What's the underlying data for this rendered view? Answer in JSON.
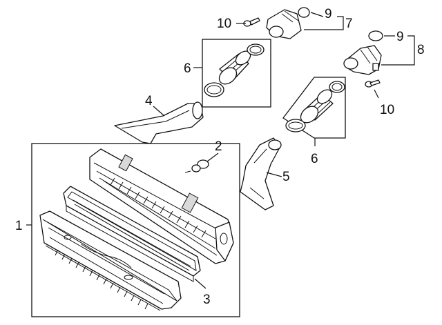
{
  "callouts": [
    {
      "id": "c1",
      "label": "1"
    },
    {
      "id": "c2",
      "label": "2"
    },
    {
      "id": "c3",
      "label": "3"
    },
    {
      "id": "c4",
      "label": "4"
    },
    {
      "id": "c5",
      "label": "5"
    },
    {
      "id": "c6a",
      "label": "6"
    },
    {
      "id": "c6b",
      "label": "6"
    },
    {
      "id": "c7",
      "label": "7"
    },
    {
      "id": "c8",
      "label": "8"
    },
    {
      "id": "c9a",
      "label": "9"
    },
    {
      "id": "c9b",
      "label": "9"
    },
    {
      "id": "c10a",
      "label": "10"
    },
    {
      "id": "c10b",
      "label": "10"
    }
  ]
}
